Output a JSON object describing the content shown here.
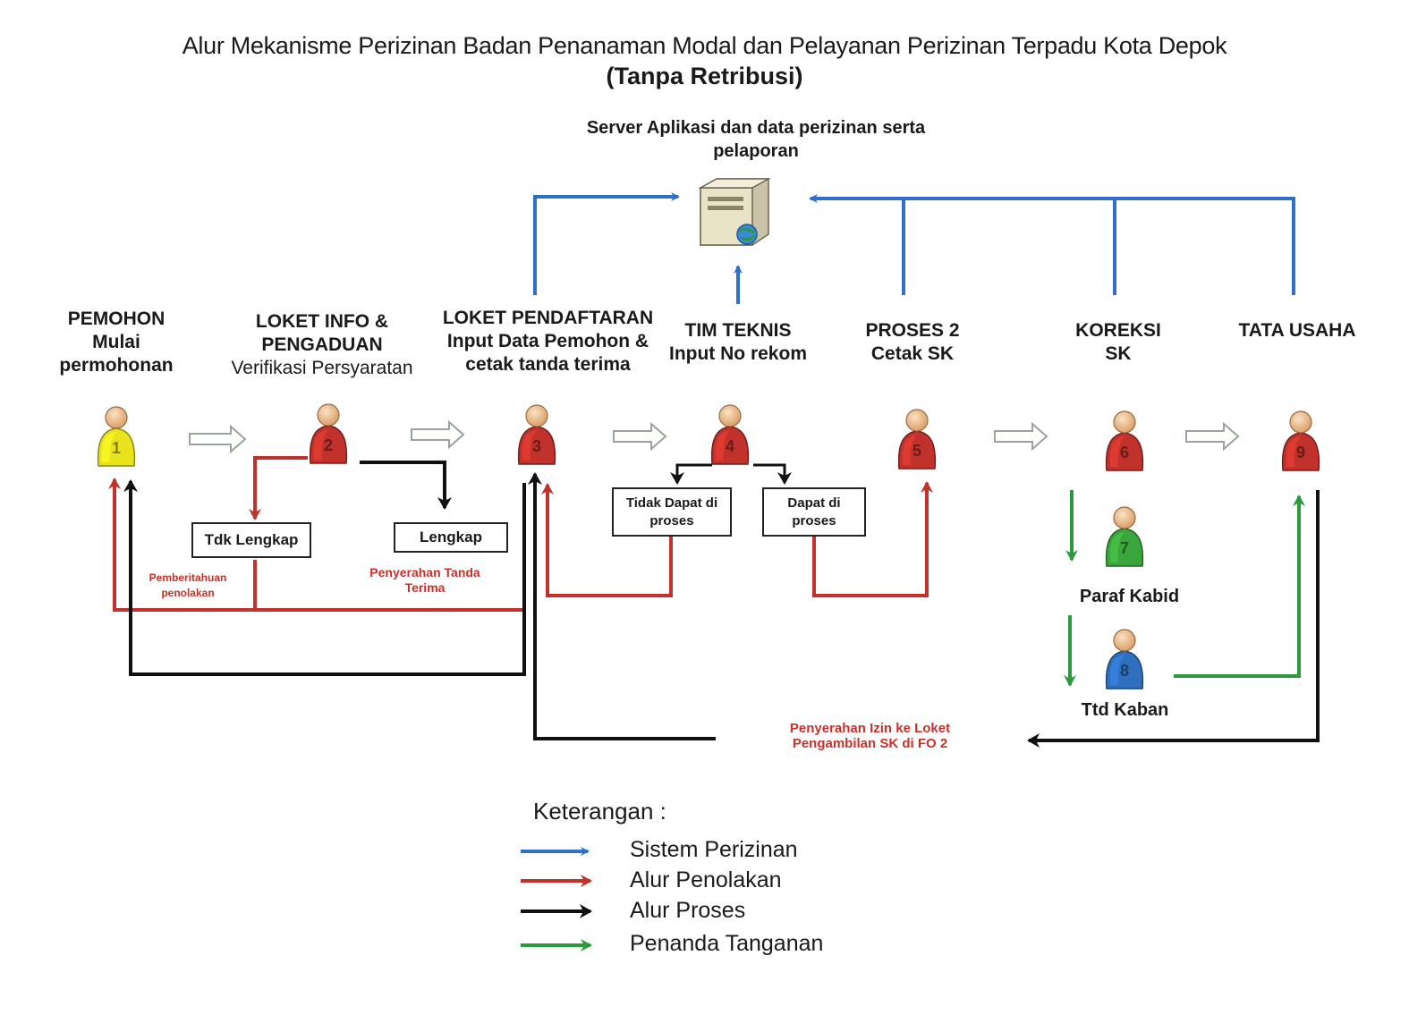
{
  "title": "Alur Mekanisme Perizinan Badan Penanaman Modal dan Pelayanan Perizinan Terpadu Kota Depok",
  "subtitle": "(Tanpa Retribusi)",
  "server": {
    "label_line1": "Server Aplikasi dan data perizinan serta",
    "label_line2": "pelaporan",
    "icon": "server-icon"
  },
  "stages": [
    {
      "number": "1",
      "name": "PEMOHON",
      "line2": "Mulai",
      "line3": "permohonan",
      "color": "#e9e31d"
    },
    {
      "number": "2",
      "name": "LOKET INFO &",
      "line2": "PENGADUAN",
      "line3": "Verifikasi Persyaratan",
      "color": "#c0322b"
    },
    {
      "number": "3",
      "name": "LOKET PENDAFTARAN",
      "line2": "Input Data Pemohon &",
      "line3": "cetak tanda terima",
      "color": "#c0322b"
    },
    {
      "number": "4",
      "name": "TIM TEKNIS",
      "line2": "Input No rekom",
      "color": "#c0322b"
    },
    {
      "number": "5",
      "name": "PROSES 2",
      "line2": "Cetak SK",
      "color": "#c0322b"
    },
    {
      "number": "6",
      "name": "KOREKSI",
      "line2": "SK",
      "color": "#c0322b"
    },
    {
      "number": "9",
      "name": "TATA USAHA",
      "color": "#c0322b"
    }
  ],
  "signers": [
    {
      "number": "7",
      "caption": "Paraf Kabid",
      "color": "#3aa53a"
    },
    {
      "number": "8",
      "caption": "Ttd Kaban",
      "color": "#2f6fbd"
    }
  ],
  "boxes": {
    "tdk_lengkap": "Tdk Lengkap",
    "lengkap": "Lengkap",
    "tidak_dapat": "Tidak Dapat di proses",
    "dapat": "Dapat di proses"
  },
  "notes": {
    "pemberitahuan": "Pemberitahuan penolakan",
    "penyerahan_tanda": "Penyerahan Tanda Terima",
    "penyerahan_izin": "Penyerahan Izin ke Loket Pengambilan SK di FO 2"
  },
  "legend": {
    "title": "Keterangan :",
    "items": [
      {
        "label": "Sistem Perizinan",
        "color": "#2e6fc9"
      },
      {
        "label": "Alur Penolakan",
        "color": "#c0322b"
      },
      {
        "label": "Alur Proses",
        "color": "#111111"
      },
      {
        "label": "Penanda Tanganan",
        "color": "#2a9a3a"
      }
    ]
  }
}
